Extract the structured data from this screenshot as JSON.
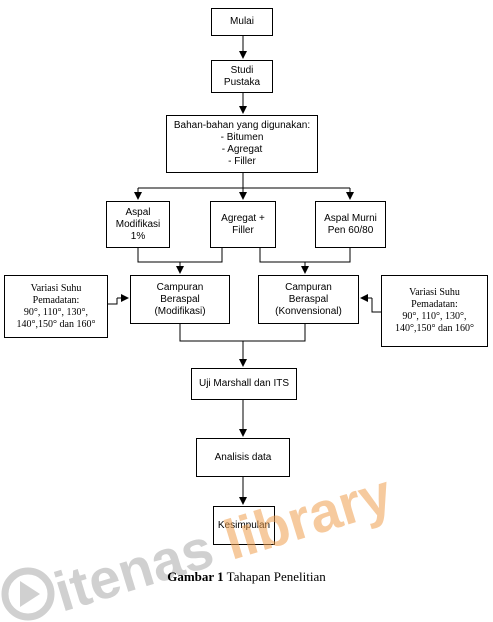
{
  "diagram": {
    "mulai": "Mulai",
    "studi_pustaka": [
      "Studi",
      "Pustaka"
    ],
    "bahan": [
      "Bahan-bahan yang digunakan:",
      "- Bitumen",
      "- Agregat",
      "- Filler"
    ],
    "aspal_modifikasi": [
      "Aspal",
      "Modifikasi",
      "1%"
    ],
    "agregat_filler": [
      "Agregat +",
      "Filler"
    ],
    "aspal_murni": [
      "Aspal Murni",
      "Pen 60/80"
    ],
    "variasi_left": [
      "Variasi Suhu",
      "Pemadatan:",
      "90°, 110°, 130°,",
      "140°,150° dan 160°"
    ],
    "campuran_modifikasi": [
      "Campuran",
      "Beraspal",
      "(Modifikasi)"
    ],
    "campuran_konvensional": [
      "Campuran",
      "Beraspal",
      "(Konvensional)"
    ],
    "variasi_right": [
      "Variasi Suhu",
      "Pemadatan:",
      "90°, 110°, 130°,",
      "140°,150° dan 160°"
    ],
    "uji": "Uji Marshall dan ITS",
    "analisis": "Analisis data",
    "kesimpulan": "Kesimpulan"
  },
  "caption": {
    "label": "Gambar 1",
    "text": " Tahapan Penelitian"
  },
  "watermark": {
    "text": "itenas library",
    "color": "#f0a050"
  }
}
